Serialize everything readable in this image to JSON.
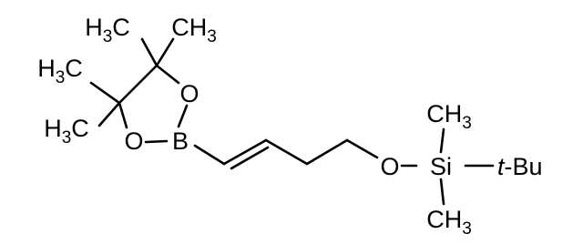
{
  "molecule": {
    "labels": {
      "me_top_left": {
        "main": "H",
        "sub": "3",
        "tail": "C"
      },
      "me_top_right": {
        "main": "CH",
        "sub": "3"
      },
      "me_mid_left": {
        "main": "H",
        "sub": "3",
        "tail": "C"
      },
      "me_low_left": {
        "main": "H",
        "sub": "3",
        "tail": "C"
      },
      "ring_o_upper": "O",
      "ring_o_lower": "O",
      "boron": "B",
      "ether_o": "O",
      "silicon": "Si",
      "si_me_upper": {
        "main": "CH",
        "sub": "3"
      },
      "si_me_lower": {
        "main": "CH",
        "sub": "3"
      },
      "tbu_prefix": "t",
      "tbu_suffix": "-Bu"
    }
  }
}
